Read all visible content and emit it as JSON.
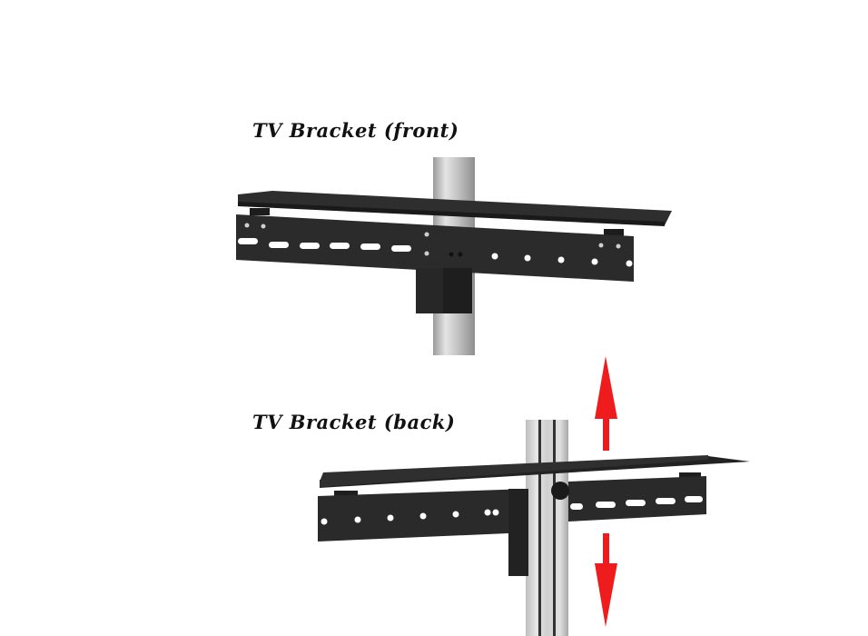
{
  "labels": {
    "front": "TV Bracket (front)",
    "back": "TV Bracket (back)"
  },
  "colors": {
    "background": "#ffffff",
    "bracket": "#2b2b2b",
    "bracket_edge": "#1a1a1a",
    "pole": "#b8b8b8",
    "pole_highlight": "#e2e2e2",
    "arrow": "#ee1c1c",
    "hole": "#ffffff"
  },
  "annotations": {
    "arrow_up": "height-adjust-up",
    "arrow_down": "height-adjust-down"
  }
}
